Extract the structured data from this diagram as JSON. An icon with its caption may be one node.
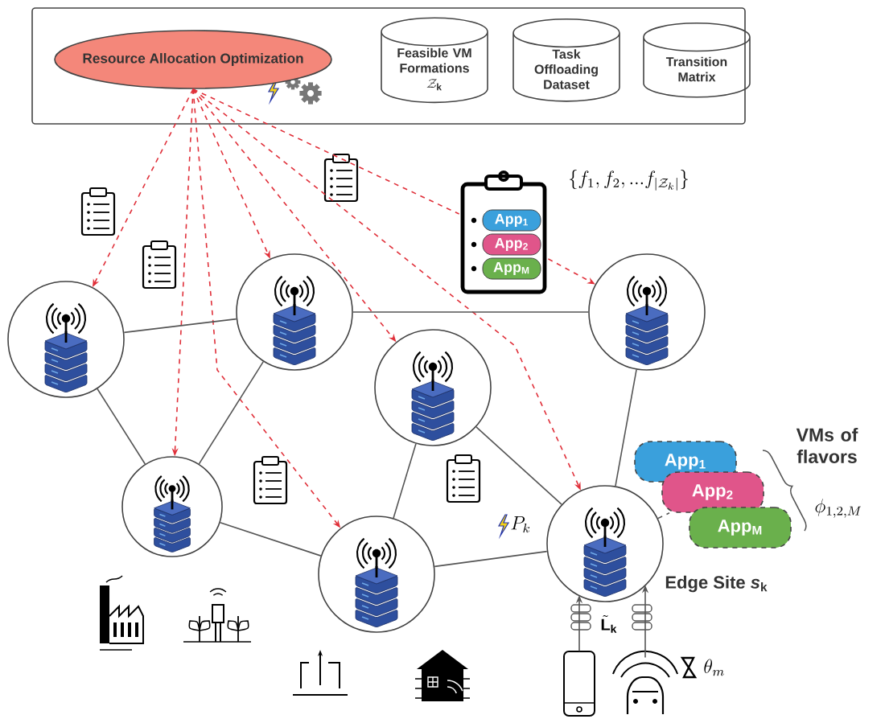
{
  "diagram": {
    "nodes": [
      {
        "text": [],
        "shape": "box"
      },
      {
        "text": [
          "Resource Allocation Optimization"
        ],
        "in": 0
      },
      {
        "text": [
          "Feasible VM Formations",
          "\\mathcal{Z}_{\\mathbf{k}}"
        ],
        "in": 0
      },
      {
        "text": [
          "Task Offloading Dataset"
        ],
        "in": 0
      },
      {
        "text": [
          "Transition Matrix"
        ],
        "in": 0
      },
      {
        "text": [],
        "shape": "circle"
      },
      {
        "text": [],
        "shape": "circle"
      },
      {
        "text": [],
        "shape": "picture"
      },
      {
        "text": [
          "App$_{1}$"
        ],
        "in": 7
      },
      {
        "text": [
          "App$_{2}$"
        ],
        "in": 7
      },
      {
        "text": [
          "App$_{M}$"
        ],
        "in": 7
      },
      {
        "text": [],
        "shape": "circle"
      },
      {
        "text": [],
        "shape": "circle"
      },
      {
        "text": [],
        "shape": "circle"
      },
      {
        "text": [],
        "shape": "circle"
      },
      {
        "text": [],
        "shape": "circle",
        "beside": [
          "Edge Site *s*$_{k}$"
        ]
      },
      {
        "text": [
          "App$_{1}$"
        ]
      },
      {
        "text": [
          "App$_{2}$"
        ]
      },
      {
        "text": [
          "App$_{M}$"
        ]
      },
      {
        "text": [],
        "shape": "picture"
      },
      {
        "text": [],
        "shape": "picture"
      }
    ],
    "edges": [
      {
        "from": 1,
        "to": 5,
        "arrow": "to",
        "style": "dashed",
        "color": "#e0303a"
      },
      {
        "from": 1,
        "to": 13,
        "arrow": "to",
        "style": "dashed",
        "color": "#e0303a"
      },
      {
        "from": 1,
        "to": 6,
        "arrow": "to",
        "style": "dashed",
        "color": "#e0303a"
      },
      {
        "from": 1,
        "to": 14,
        "arrow": "to",
        "style": "dashed",
        "color": "#e0303a"
      },
      {
        "from": 1,
        "to": 12,
        "arrow": "to",
        "style": "dashed",
        "color": "#e0303a"
      },
      {
        "from": 1,
        "to": 15,
        "arrow": "to",
        "style": "dashed",
        "color": "#e0303a"
      },
      {
        "from": 1,
        "to": 7,
        "arrow": "none",
        "style": "dashed",
        "color": "#e0303a"
      },
      {
        "from": 7,
        "to": 11,
        "arrow": "to",
        "style": "dashed",
        "color": "#e0303a"
      },
      {
        "from": 5,
        "to": 6,
        "arrow": "none"
      },
      {
        "from": 5,
        "to": 13,
        "arrow": "none"
      },
      {
        "from": 6,
        "to": 13,
        "arrow": "none"
      },
      {
        "from": 6,
        "to": 11,
        "arrow": "none"
      },
      {
        "from": 12,
        "to": 14,
        "arrow": "none"
      },
      {
        "from": 12,
        "to": 15,
        "arrow": "none"
      },
      {
        "from": 13,
        "to": 14,
        "arrow": "none"
      },
      {
        "from": 14,
        "to": 15,
        "arrow": "none"
      },
      {
        "from": 11,
        "to": 15,
        "arrow": "none"
      },
      {
        "from": 15,
        "to": 17,
        "arrow": "none",
        "style": "dashed"
      },
      {
        "from": 19,
        "to": 15,
        "arrow": "to"
      },
      {
        "from": 20,
        "to": 15,
        "arrow": "to"
      }
    ],
    "labels": [
      "\\{f_1, f_2, ...f_{|\\mathcal{Z}_k|}\\}",
      "VMs of flavors",
      "\\phi_{1,2,M}",
      "P_k",
      "\\tilde{\\mathbf{L}}_{\\mathbf{k}}",
      "\\theta_m"
    ]
  }
}
